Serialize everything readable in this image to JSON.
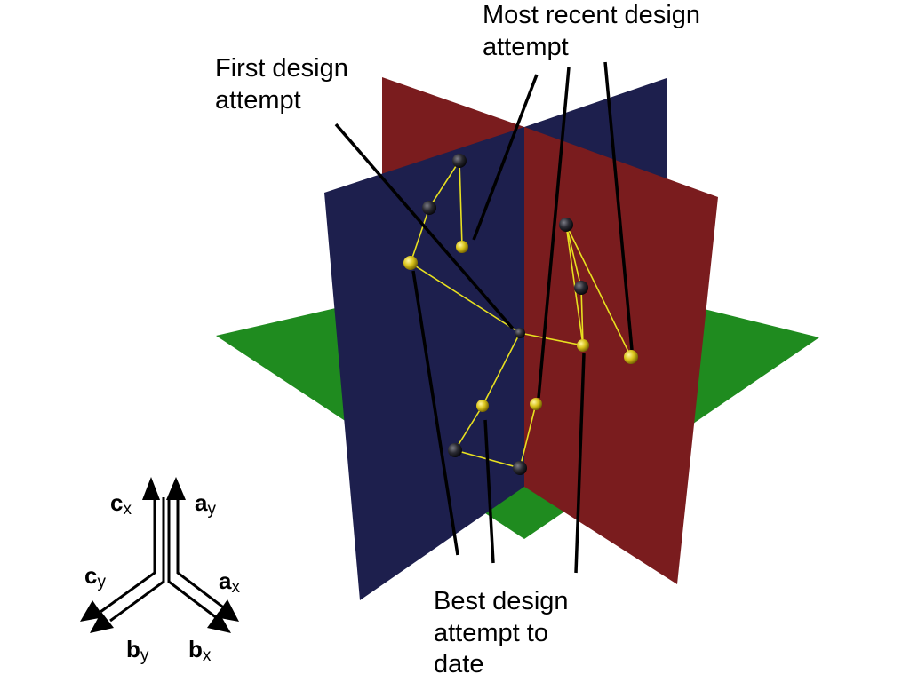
{
  "labels": {
    "first_design": [
      "First design",
      "attempt"
    ],
    "most_recent": [
      "Most recent design",
      "attempt"
    ],
    "best_design": [
      "Best design",
      "attempt to",
      "date"
    ]
  },
  "axes": {
    "cx": {
      "letter": "c",
      "sub": "x"
    },
    "ay": {
      "letter": "a",
      "sub": "y"
    },
    "cy": {
      "letter": "c",
      "sub": "y"
    },
    "ax": {
      "letter": "a",
      "sub": "x"
    },
    "by": {
      "letter": "b",
      "sub": "y"
    },
    "bx": {
      "letter": "b",
      "sub": "x"
    }
  },
  "colors": {
    "red_plane": "#7a1c1e",
    "navy_plane": "#1d1f4d",
    "green_plane": "#1f8b1f",
    "trail_line": "#e8e020",
    "best_point": "#d8c21a",
    "attempt_point": "#222228",
    "leader_line": "#000000"
  }
}
